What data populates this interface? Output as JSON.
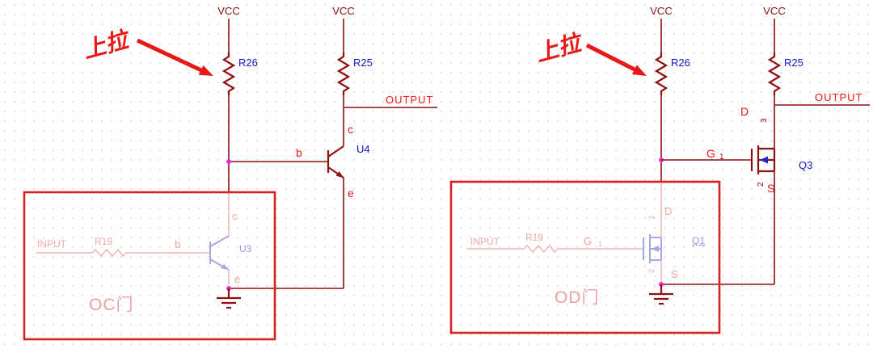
{
  "colors": {
    "wire": "#8e1010",
    "component_label": "#1616c8",
    "annotation_red": "#e81818",
    "highlight_box": "#d42222",
    "faded_wire": "#f0b6b6",
    "faded_symbol": "#a8a8e0",
    "faded_text": "#f0a8a8",
    "junction_dot": "#ee2ee2",
    "output_text": "#f01818"
  },
  "left": {
    "vcc_left": "VCC",
    "vcc_right": "VCC",
    "r26": "R26",
    "r25": "R25",
    "output": "OUTPUT",
    "pullup_note": "上拉",
    "box_label": "OC门",
    "input": "INPUT",
    "r19": "R19",
    "u4": {
      "name": "U4",
      "b": "b",
      "c": "c",
      "e": "e"
    },
    "u3": {
      "name": "U3",
      "b": "b",
      "c": "c",
      "e": "e"
    }
  },
  "right": {
    "vcc_left": "VCC",
    "vcc_right": "VCC",
    "r26": "R26",
    "r25": "R25",
    "output": "OUTPUT",
    "pullup_note": "上拉",
    "box_label": "OD门",
    "input": "INPUT",
    "r19": "R19",
    "q3": {
      "name": "Q3",
      "d": "D",
      "g": "G",
      "s": "S",
      "pin_d": "3",
      "pin_g": "1",
      "pin_s": "2"
    },
    "q1": {
      "name": "Q1",
      "d": "D",
      "g": "G",
      "s": "S",
      "pin_d": "3",
      "pin_g": "1",
      "pin_s": "2"
    }
  }
}
